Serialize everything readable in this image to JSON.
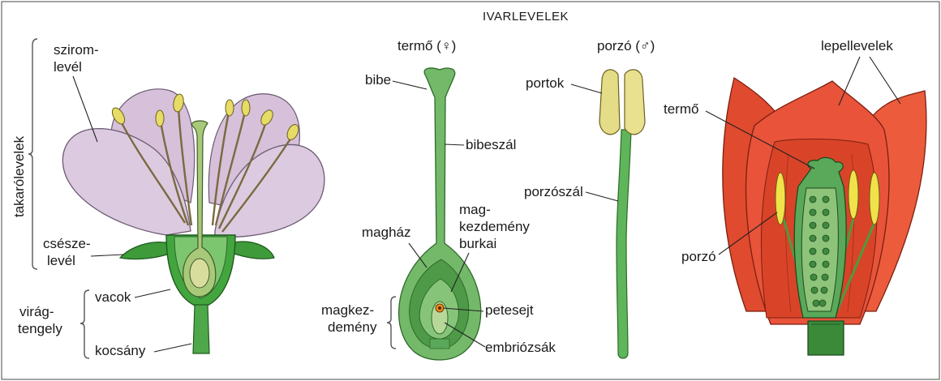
{
  "title": "IVARLEVELEK",
  "labels": {
    "szirom_1": "szirom-",
    "szirom_2": "levél",
    "takarolevelek": "takarólevelek",
    "csesze_1": "csésze-",
    "csesze_2": "levél",
    "virag_1": "virág-",
    "virag_2": "tengely",
    "vacok": "vacok",
    "kocsany": "kocsány",
    "termo_header": "termő (♀)",
    "porzo_header": "porzó (♂)",
    "bibe": "bibe",
    "bibeszal": "bibeszál",
    "maghaz": "magház",
    "magkezdemeny_burkai_1": "mag-",
    "magkezdemeny_burkai_2": "kezdemény",
    "magkezdemeny_burkai_3": "burkai",
    "magkezdemeny_1": "magkez-",
    "magkezdemeny_2": "demény",
    "petesejt": "petesejt",
    "embriozsak": "embriózsák",
    "portok": "portok",
    "porzoszal": "porzószál",
    "lepellevelek": "lepellevelek",
    "termo_tulip": "termő",
    "porzo_tulip": "porzó"
  },
  "colors": {
    "petal": "#d9c4dc",
    "sepal": "#3f9a3a",
    "stem": "#4ea84a",
    "anther": "#e8de6a",
    "tulip": "#e2492f",
    "pistil": "#5aa85a"
  }
}
